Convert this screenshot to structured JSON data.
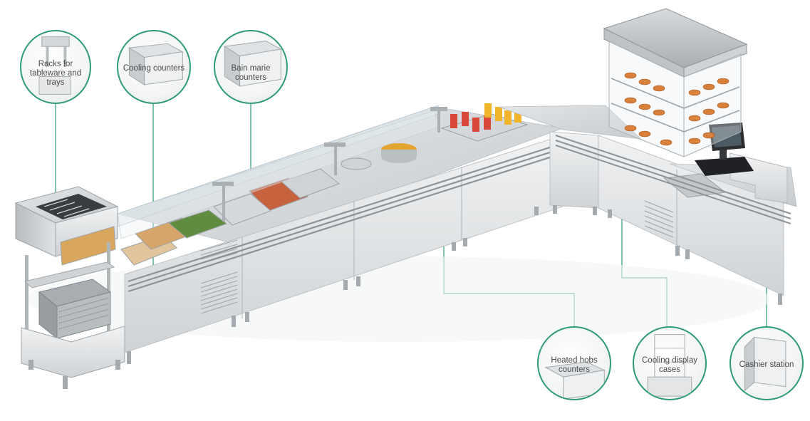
{
  "callouts": {
    "racks": "Racks for tableware and trays",
    "cooling_counters": "Cooling counters",
    "bain_marie": "Bain marie counters",
    "heated_hobs": "Heated hobs counters",
    "cooling_display": "Cooling display cases",
    "cashier": "Cashier station"
  },
  "colors": {
    "accent": "#2e9a78",
    "steel_light": "#e7e9ea",
    "steel_mid": "#c9cdd0",
    "steel_dark": "#9aa0a4"
  },
  "icons": [
    "pos-terminal-icon",
    "tray-stack-icon",
    "cutlery-icon"
  ]
}
